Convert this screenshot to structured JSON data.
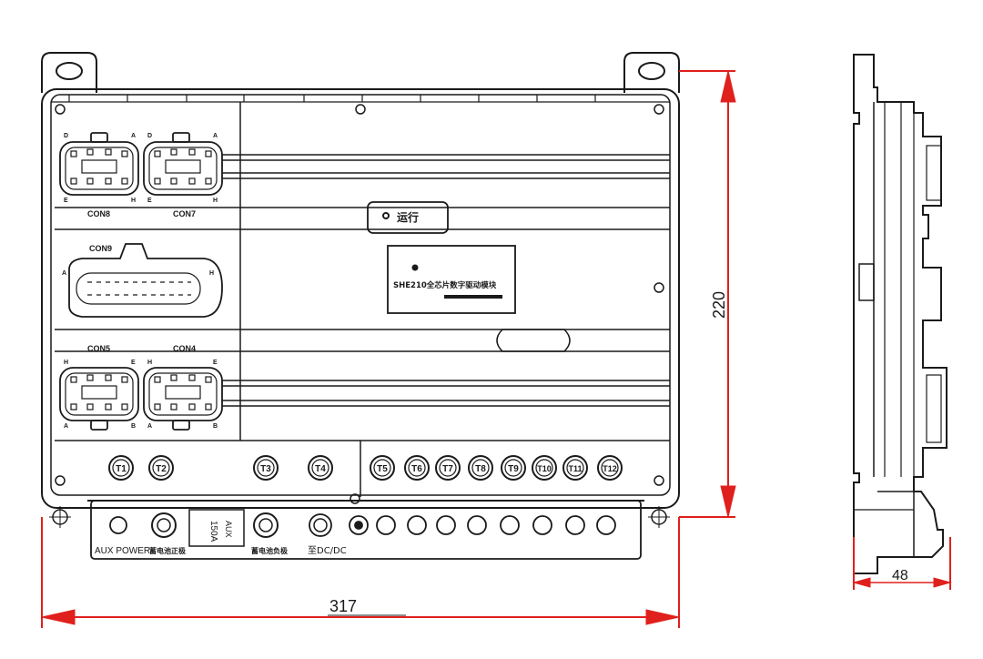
{
  "dimensions": {
    "width": "317",
    "height": "220",
    "depth": "48"
  },
  "connectors": {
    "con8": "CON8",
    "con7": "CON7",
    "con9": "CON9",
    "con5": "CON5",
    "con4": "CON4"
  },
  "pins": {
    "top_left": [
      "D",
      "A",
      "E",
      "H"
    ],
    "top_right": [
      "D",
      "A",
      "E",
      "H"
    ],
    "mid": [
      "A",
      "H"
    ],
    "bot_left": [
      "H",
      "E",
      "A",
      "B"
    ],
    "bot_right": [
      "H",
      "E",
      "A",
      "B"
    ]
  },
  "module": {
    "run_label": "运行",
    "product_label": "SHE210全芯片数字驱动模块"
  },
  "terminals": [
    "T1",
    "T2",
    "T3",
    "T4",
    "T5",
    "T6",
    "T7",
    "T8",
    "T9",
    "T10",
    "T11",
    "T12"
  ],
  "bottom": {
    "aux_power": "AUX POWER",
    "pos_label": "蓄电池正极",
    "neg_label": "蓄电池负极",
    "fuse_label": "150A",
    "fuse_sub": "AUX",
    "dcdc_label": "至DC/DC"
  },
  "colors": {
    "dimension": "#e0201c",
    "line": "#1a1a1a"
  }
}
